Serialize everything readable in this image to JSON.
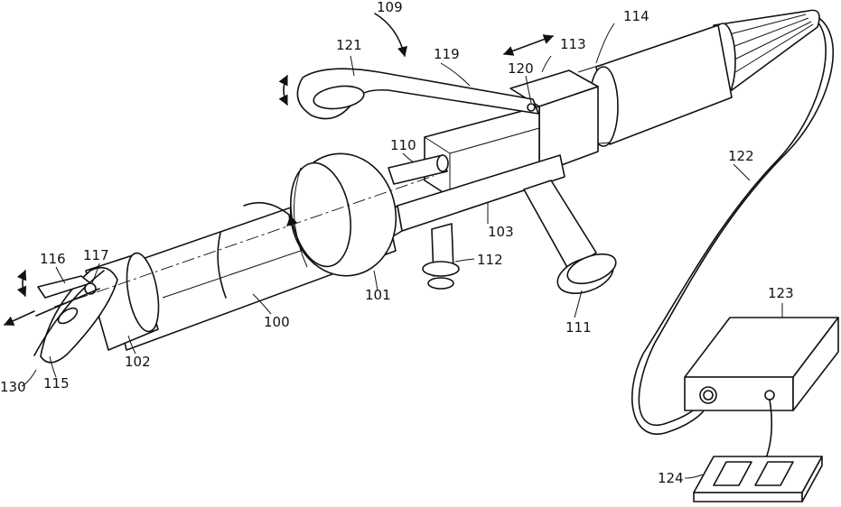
{
  "labels": {
    "l100": "100",
    "l101": "101",
    "l102": "102",
    "l103": "103",
    "l109": "109",
    "l110": "110",
    "l111": "111",
    "l112": "112",
    "l113": "113",
    "l114": "114",
    "l115": "115",
    "l116": "116",
    "l117": "117",
    "l119": "119",
    "l120": "120",
    "l121": "121",
    "l122": "122",
    "l123": "123",
    "l124": "124",
    "l130": "130"
  }
}
